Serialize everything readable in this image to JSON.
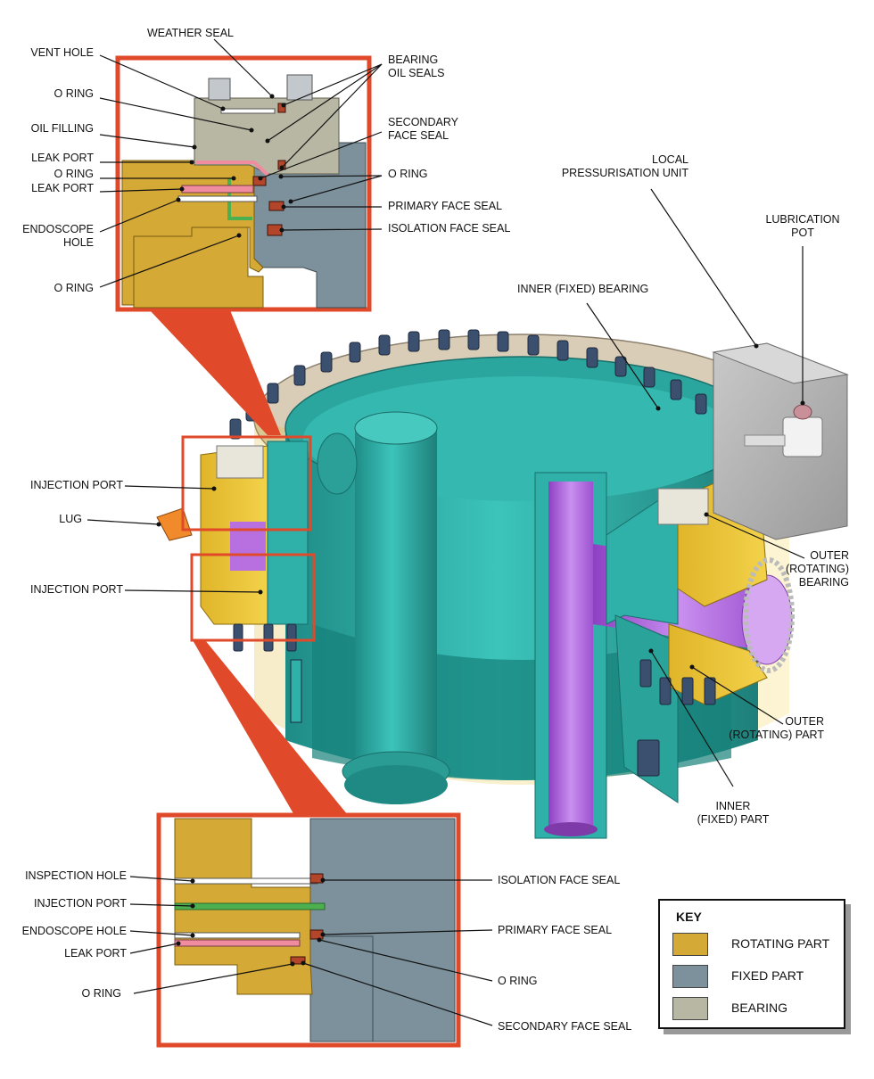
{
  "colors": {
    "rotating": "#d4a935",
    "fixed": "#7d919c",
    "bearing": "#b8b7a4",
    "teal": "#2fb0a8",
    "purple": "#b870e0",
    "callout": "#e04a2a",
    "seal_red": "#b3452a",
    "green": "#4caf50",
    "pink": "#f08ca0"
  },
  "labels": {
    "weather_seal": "WEATHER SEAL",
    "vent_hole": "VENT HOLE",
    "bearing_oil_seals_1": "BEARING",
    "bearing_oil_seals_2": "OIL SEALS",
    "o_ring_top": "O RING",
    "oil_filling": "OIL FILLING",
    "secondary_face_seal_1": "SECONDARY",
    "secondary_face_seal_2": "FACE SEAL",
    "leak_port_1": "LEAK PORT",
    "o_ring_2": "O RING",
    "o_ring_right": "O RING",
    "leak_port_2": "LEAK PORT",
    "primary_face_seal": "PRIMARY FACE SEAL",
    "endoscope_hole_1": "ENDOSCOPE",
    "endoscope_hole_2": "HOLE",
    "isolation_face_seal": "ISOLATION FACE SEAL",
    "o_ring_3": "O RING",
    "local_pressurisation_1": "LOCAL",
    "local_pressurisation_2": "PRESSURISATION UNIT",
    "lubrication_pot_1": "LUBRICATION",
    "lubrication_pot_2": "POT",
    "inner_fixed_bearing": "INNER (FIXED) BEARING",
    "injection_port_1": "INJECTION PORT",
    "lug": "LUG",
    "injection_port_2": "INJECTION PORT",
    "outer_rotating_bearing_1": "OUTER",
    "outer_rotating_bearing_2": "(ROTATING)",
    "outer_rotating_bearing_3": "BEARING",
    "outer_rotating_part_1": "OUTER",
    "outer_rotating_part_2": "(ROTATING) PART",
    "inner_fixed_part_1": "INNER",
    "inner_fixed_part_2": "(FIXED) PART",
    "b_inspection_hole": "INSPECTION HOLE",
    "b_injection_port": "INJECTION PORT",
    "b_endoscope_hole": "ENDOSCOPE HOLE",
    "b_leak_port": "LEAK PORT",
    "b_o_ring": "O RING",
    "b_isolation_face_seal": "ISOLATION FACE SEAL",
    "b_primary_face_seal": "PRIMARY FACE SEAL",
    "b_o_ring_right": "O RING",
    "b_secondary_face_seal": "SECONDARY FACE SEAL"
  },
  "key": {
    "title": "KEY",
    "items": [
      {
        "label": "ROTATING PART",
        "color": "#d4a935"
      },
      {
        "label": "FIXED PART",
        "color": "#7d919c"
      },
      {
        "label": "BEARING",
        "color": "#b8b7a4"
      }
    ]
  }
}
